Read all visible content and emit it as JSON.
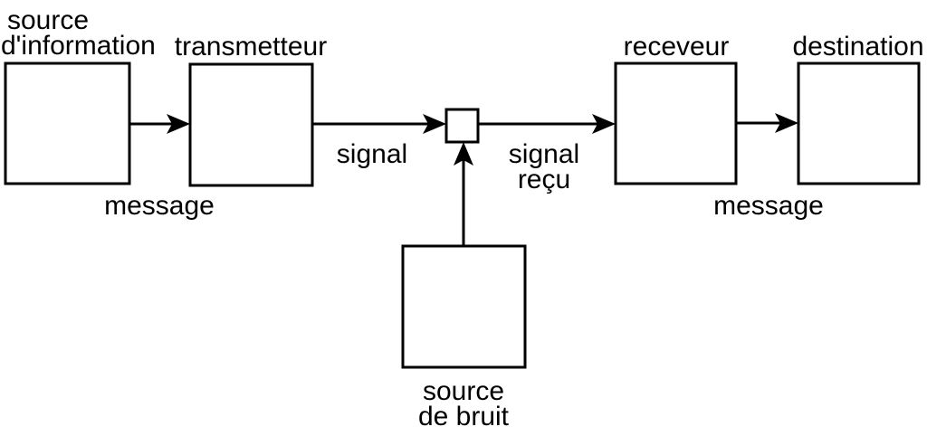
{
  "diagram": {
    "type": "block-diagram",
    "colors": {
      "background": "#ffffff",
      "stroke": "#000000"
    },
    "nodes": [
      {
        "id": "information-source",
        "lines": [
          "source",
          "d'information"
        ]
      },
      {
        "id": "transmitter",
        "lines": [
          "transmetteur"
        ]
      },
      {
        "id": "noise-junction",
        "lines": []
      },
      {
        "id": "receiver",
        "lines": [
          "receveur"
        ]
      },
      {
        "id": "destination",
        "lines": [
          "destination"
        ]
      },
      {
        "id": "noise-source",
        "lines": [
          "source",
          "de bruit"
        ]
      }
    ],
    "edge_labels": {
      "message_left": "message",
      "signal": "signal",
      "signal_received_line1": "signal",
      "signal_received_line2": "reçu",
      "message_right": "message"
    }
  }
}
